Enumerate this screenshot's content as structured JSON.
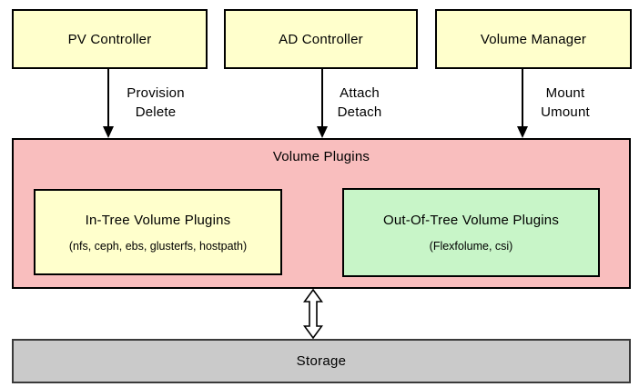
{
  "controllers": [
    {
      "label": "PV Controller",
      "action": "Provision\nDelete"
    },
    {
      "label": "AD Controller",
      "action": "Attach\nDetach"
    },
    {
      "label": "Volume Manager",
      "action": "Mount\nUmount"
    }
  ],
  "volume_plugins": {
    "title": "Volume Plugins",
    "in_tree": {
      "title": "In-Tree Volume Plugins",
      "subtitle": "(nfs, ceph, ebs, glusterfs, hostpath)"
    },
    "out_of_tree": {
      "title": "Out-Of-Tree Volume Plugins",
      "subtitle": "(Flexfolume, csi)"
    }
  },
  "storage": {
    "label": "Storage"
  },
  "colors": {
    "box_yellow": "#FFFFCC",
    "container_pink": "#F9BEBE",
    "box_green": "#C8F5C8",
    "storage_gray": "#CACACA",
    "border_black": "#000000",
    "storage_border": "#3A3A3A"
  }
}
